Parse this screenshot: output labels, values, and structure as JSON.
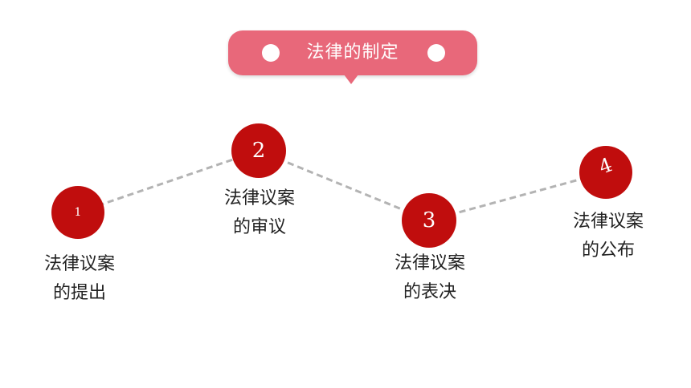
{
  "title": "法律的制定",
  "steps": [
    {
      "number": "1",
      "label_line1": "法律议案",
      "label_line2": "的提出"
    },
    {
      "number": "2",
      "label_line1": "法律议案",
      "label_line2": "的审议"
    },
    {
      "number": "3",
      "label_line1": "法律议案",
      "label_line2": "的表决"
    },
    {
      "number": "4",
      "label_line1": "法律议案",
      "label_line2": "的公布"
    }
  ],
  "colors": {
    "bubble": "#e8687a",
    "circle": "#c00d0d",
    "connector": "#b3b3b3"
  }
}
